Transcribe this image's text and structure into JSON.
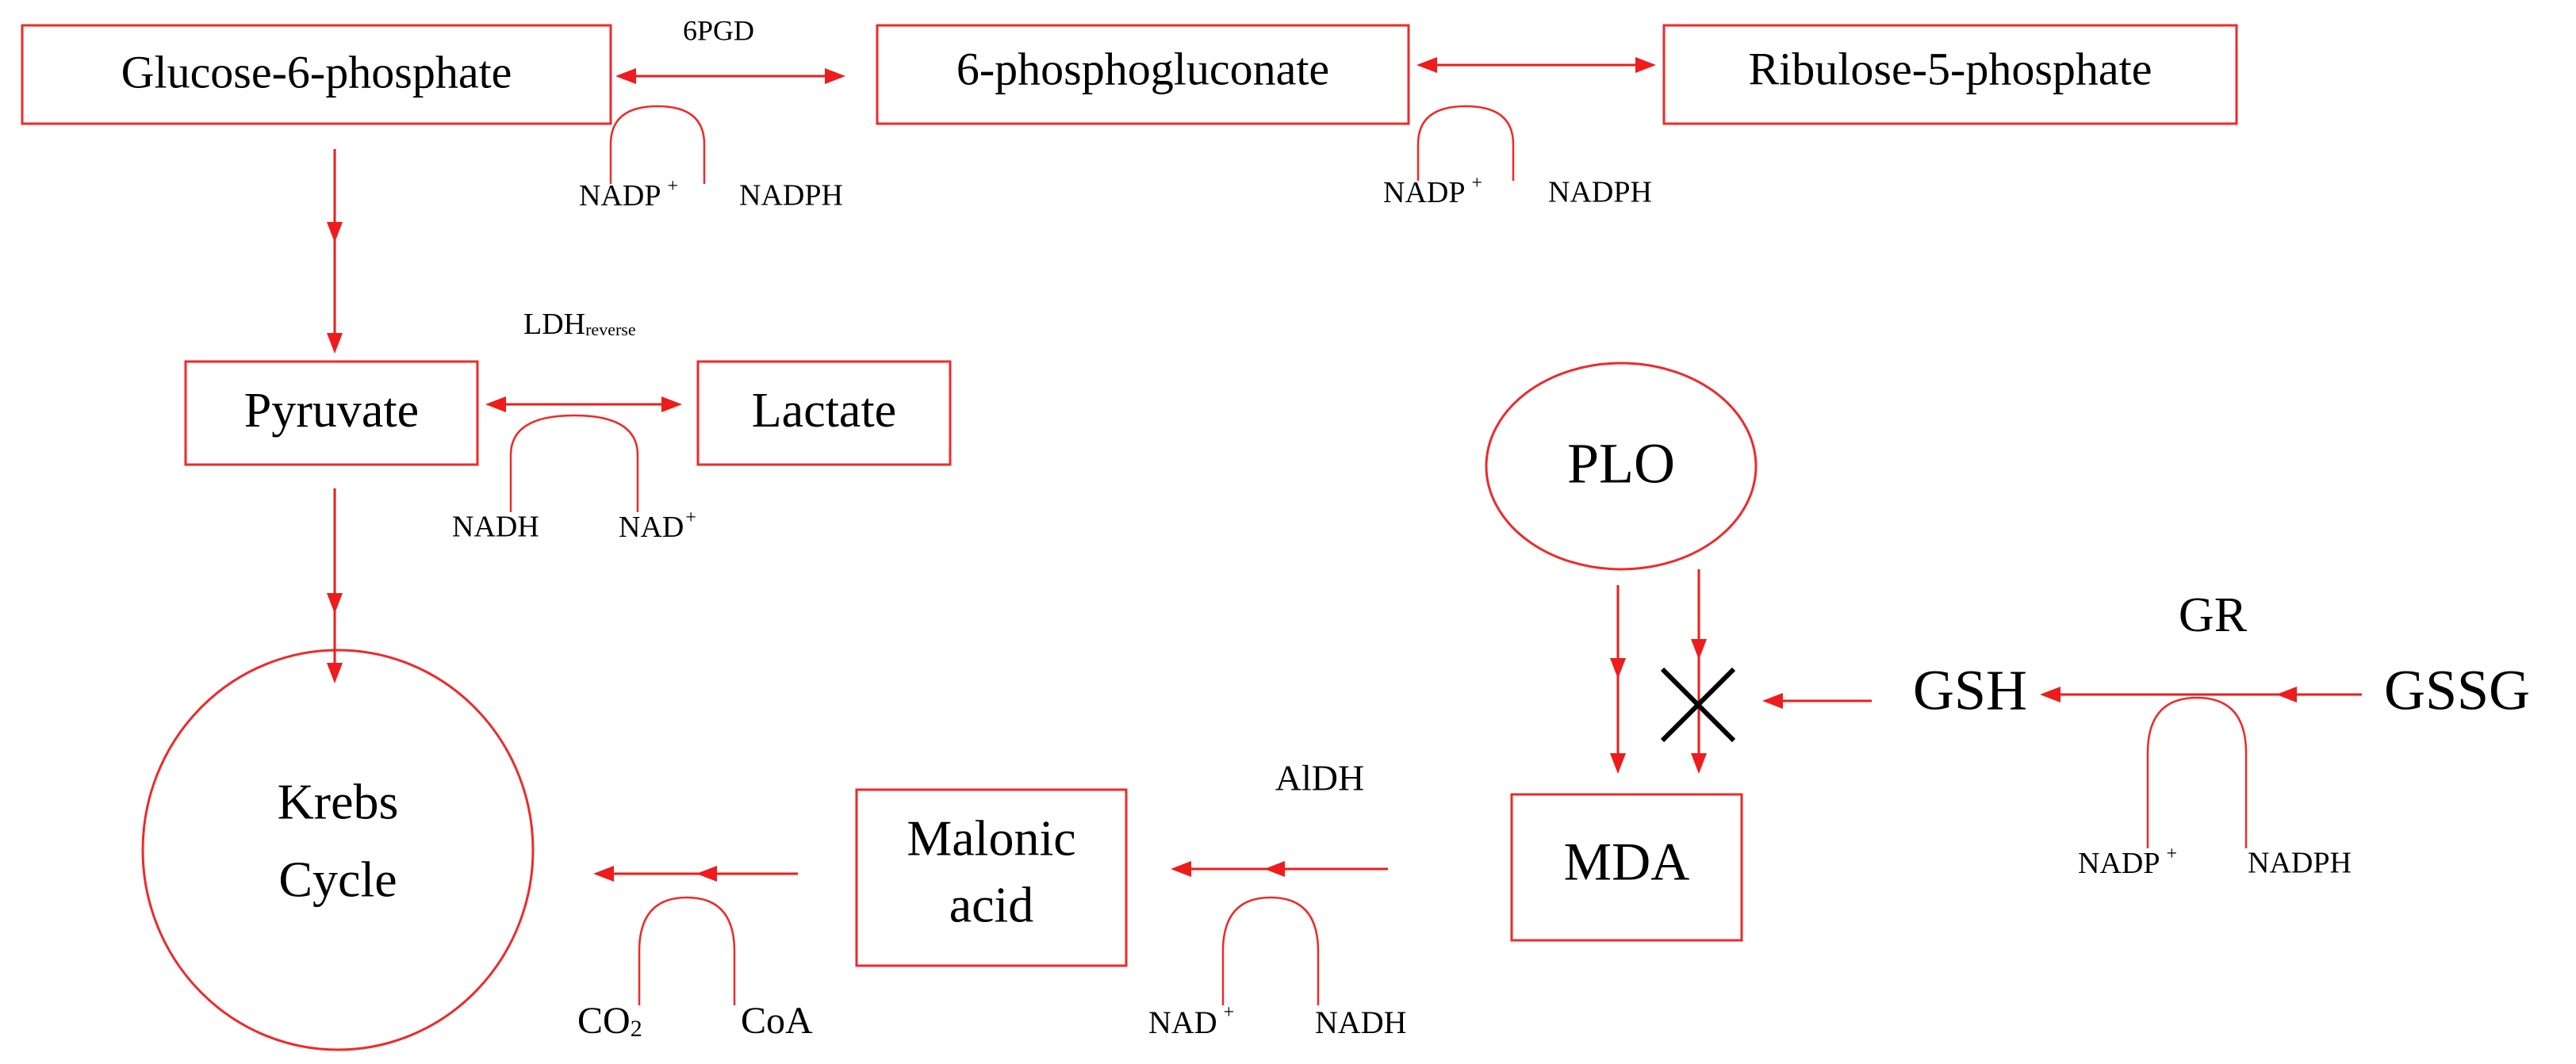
{
  "colors": {
    "accent": "#ee1c1c",
    "text": "#000000",
    "background": "#ffffff"
  },
  "nodes": {
    "glucose6p": "Glucose-6-phosphate",
    "phosphogluconate": "6-phosphogluconate",
    "ribulose5p": "Ribulose-5-phosphate",
    "pyruvate": "Pyruvate",
    "lactate": "Lactate",
    "krebs_line1": "Krebs",
    "krebs_line2": "Cycle",
    "malonic_line1": "Malonic",
    "malonic_line2": "acid",
    "mda": "MDA",
    "plo": "PLO",
    "gsh": "GSH",
    "gssg": "GSSG"
  },
  "enzymes": {
    "pgd": "6PGD",
    "ldh_main": "LDH",
    "ldh_sub": "reverse",
    "aldh": "AlDH",
    "gr": "GR"
  },
  "cofactors": {
    "pgd_left": "NADP",
    "pgd_left_sup": "+",
    "pgd_right": "NADPH",
    "rib_left": "NADP",
    "rib_left_sup": "+",
    "rib_right": "NADPH",
    "ldh_left": "NADH",
    "ldh_right": "NAD",
    "ldh_right_sup": "+",
    "gr_left": "NADP",
    "gr_left_sup": "+",
    "gr_right": "NADPH",
    "aldh_left": "NAD",
    "aldh_left_sup": "+",
    "aldh_right": "NADH",
    "krebs_left": "CO",
    "krebs_left_sub": "2",
    "krebs_right": "CoA"
  },
  "inhibition_mark": "cross-mark-icon"
}
